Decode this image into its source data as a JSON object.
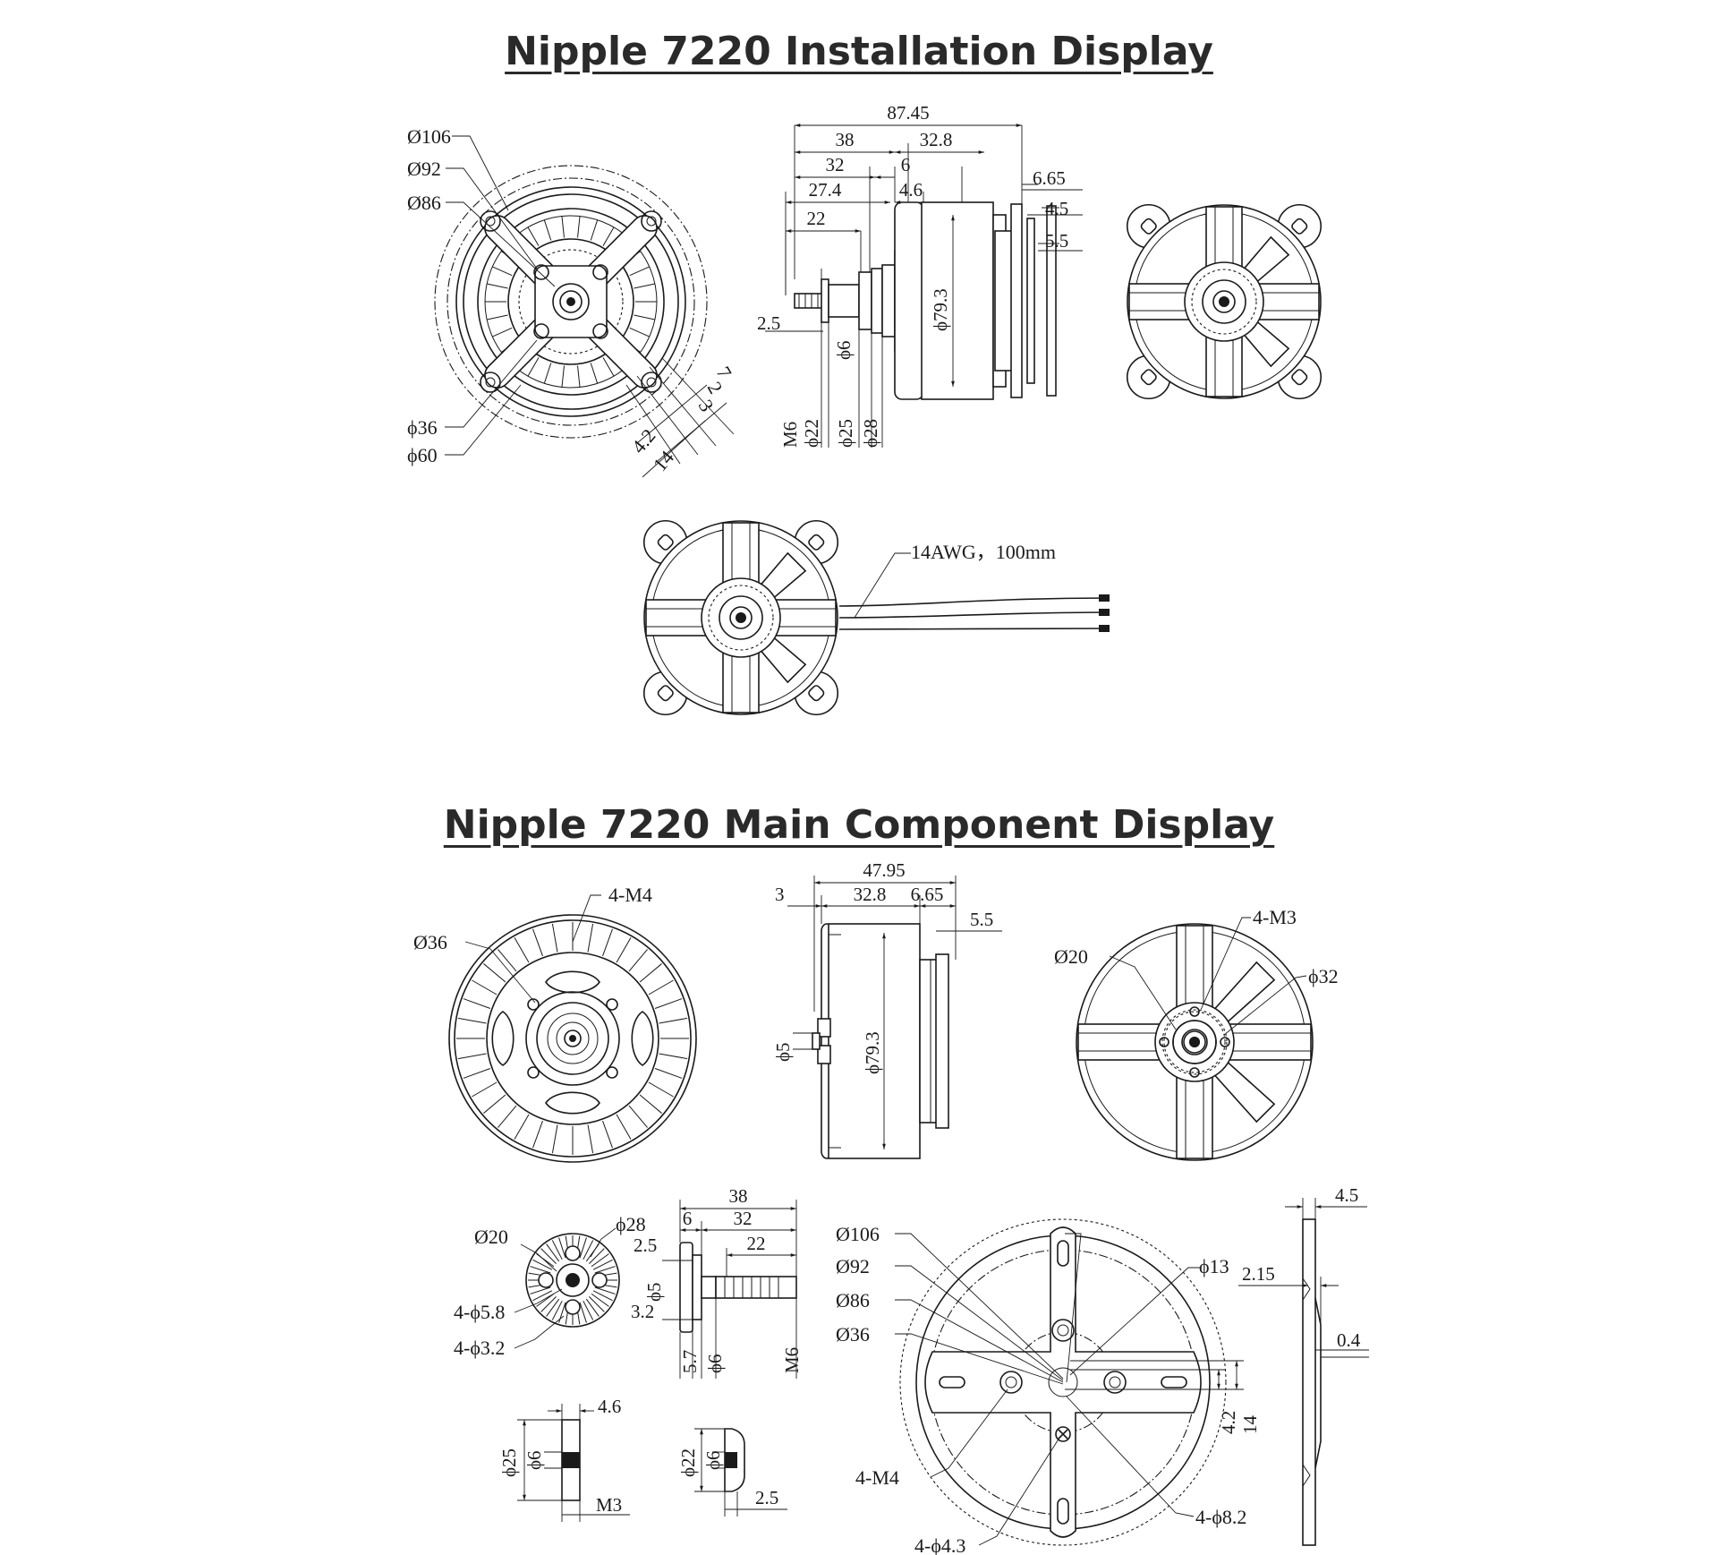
{
  "titles": {
    "installation": "Nipple 7220 Installation Display",
    "component": "Nipple 7220 Main Component Display"
  },
  "installation": {
    "front_view": {
      "d106": "Ø106",
      "d92": "Ø92",
      "d86": "Ø86",
      "d36": "ϕ36",
      "d60": "ϕ60",
      "v7": "7",
      "v2": "2",
      "v3": "3",
      "v4_2": "4.2",
      "v14": "14"
    },
    "side_view": {
      "l87_45": "87.45",
      "l38": "38",
      "l32_8": "32.8",
      "l32": "32",
      "l6": "6",
      "l27_4": "27.4",
      "l4_6": "4.6",
      "l6_65": "6.65",
      "l22": "22",
      "l4_5": "4.5",
      "l5_5": "5.5",
      "l2_5": "2.5",
      "d6": "ϕ6",
      "d79_3": "ϕ79.3",
      "m6": "M6",
      "d22": "ϕ22",
      "d25": "ϕ25",
      "d28": "ϕ28"
    },
    "wire_label": "14AWG，100mm"
  },
  "components": {
    "rotor_front": {
      "m4": "4-M4",
      "d36": "Ø36"
    },
    "motor_side": {
      "l47_95": "47.95",
      "l3": "3",
      "l32_8": "32.8",
      "l6_65": "6.65",
      "l5_5": "5.5",
      "d5": "ϕ5",
      "d79_3": "ϕ79.3"
    },
    "stator_back": {
      "m3": "4-M3",
      "d20": "Ø20",
      "d32": "ϕ32"
    },
    "prop_adapter": {
      "d20": "Ø20",
      "d28": "ϕ28",
      "h5_8": "4-ϕ5.8",
      "h3_2": "4-ϕ3.2",
      "l38": "38",
      "l6": "6",
      "l32": "32",
      "l2_5": "2.5",
      "l22": "22",
      "d5": "ϕ5",
      "l3_2": "3.2",
      "l5_7": "5.7",
      "d6": "ϕ6",
      "m6": "M6"
    },
    "washer_a": {
      "l4_6": "4.6",
      "d25": "ϕ25",
      "d6": "ϕ6",
      "m3": "M3"
    },
    "washer_b": {
      "d22": "ϕ22",
      "d6": "ϕ6",
      "l2_5": "2.5"
    },
    "x_mount": {
      "d106": "Ø106",
      "d92": "Ø92",
      "d86": "Ø86",
      "d36": "Ø36",
      "d13": "ϕ13",
      "m4": "4-M4",
      "h4_3": "4-ϕ4.3",
      "h8_2": "4-ϕ8.2",
      "v4_2": "4.2",
      "v14": "14"
    },
    "mount_side": {
      "l4_5": "4.5",
      "l2_15": "2.15",
      "l0_4": "0.4"
    }
  }
}
